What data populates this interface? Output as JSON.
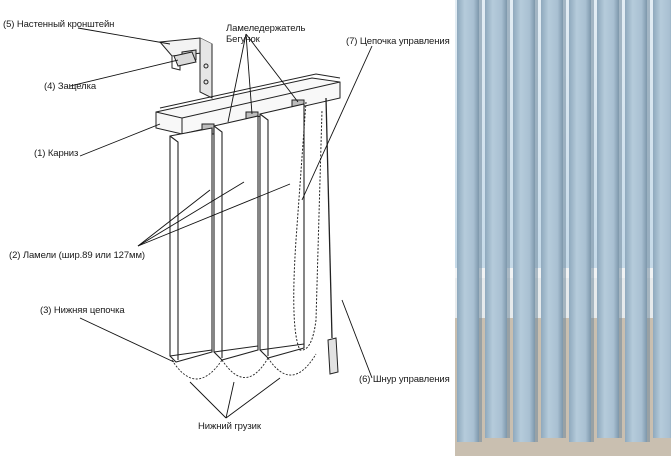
{
  "diagram": {
    "labels": {
      "wall_bracket": "(5) Настенный кронштейн",
      "slat_holder": "Ламеледержатель",
      "runner": "Бегунок",
      "control_chain": "(7) Цепочка управления",
      "latch": "(4) Защелка",
      "cornice": "(1) Карниз",
      "slats": "(2) Ламели (шир.89 или 127мм)",
      "bottom_chain": "(3) Нижняя цепочка",
      "control_cord": "(6) Шнур управления",
      "bottom_weight": "Нижний грузик"
    }
  },
  "photo": {
    "subject": "vertical-blinds-photo",
    "colors": {
      "slat": "#a9c2d6",
      "slat_shadow": "#6f8aa0",
      "gap_sky": "#dde9f2",
      "frame": "#f2f4f5",
      "floor": "#cbbfae"
    }
  }
}
